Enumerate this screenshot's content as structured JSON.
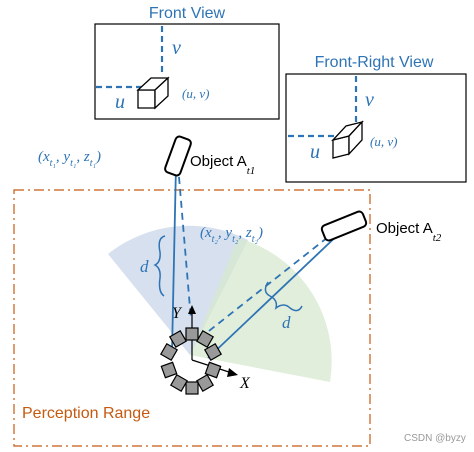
{
  "front_view": {
    "title": "Front View",
    "u": "u",
    "v": "v",
    "coord": "(u, v)"
  },
  "front_right_view": {
    "title": "Front-Right View",
    "u": "u",
    "v": "v",
    "coord": "(u, v)"
  },
  "object1": {
    "label": "Object A",
    "subscript": "t1",
    "coord_main": "(x",
    "coord_text": "(x_{t_1}, y_{t_1}, z_{t_1})"
  },
  "object2": {
    "label": "Object A",
    "subscript": "t2",
    "coord_text": "(x_{t_2}, y_{t_2}, z_{t_2})"
  },
  "distance_label": "d",
  "axes": {
    "x": "X",
    "y": "Y"
  },
  "range_label": "Perception Range",
  "watermark": "CSDN @byzy",
  "colors": {
    "blue": "#2e74b5",
    "orange": "#c55a11",
    "sector_blue": "#c9d6ea",
    "sector_green": "#d5e8cf"
  }
}
